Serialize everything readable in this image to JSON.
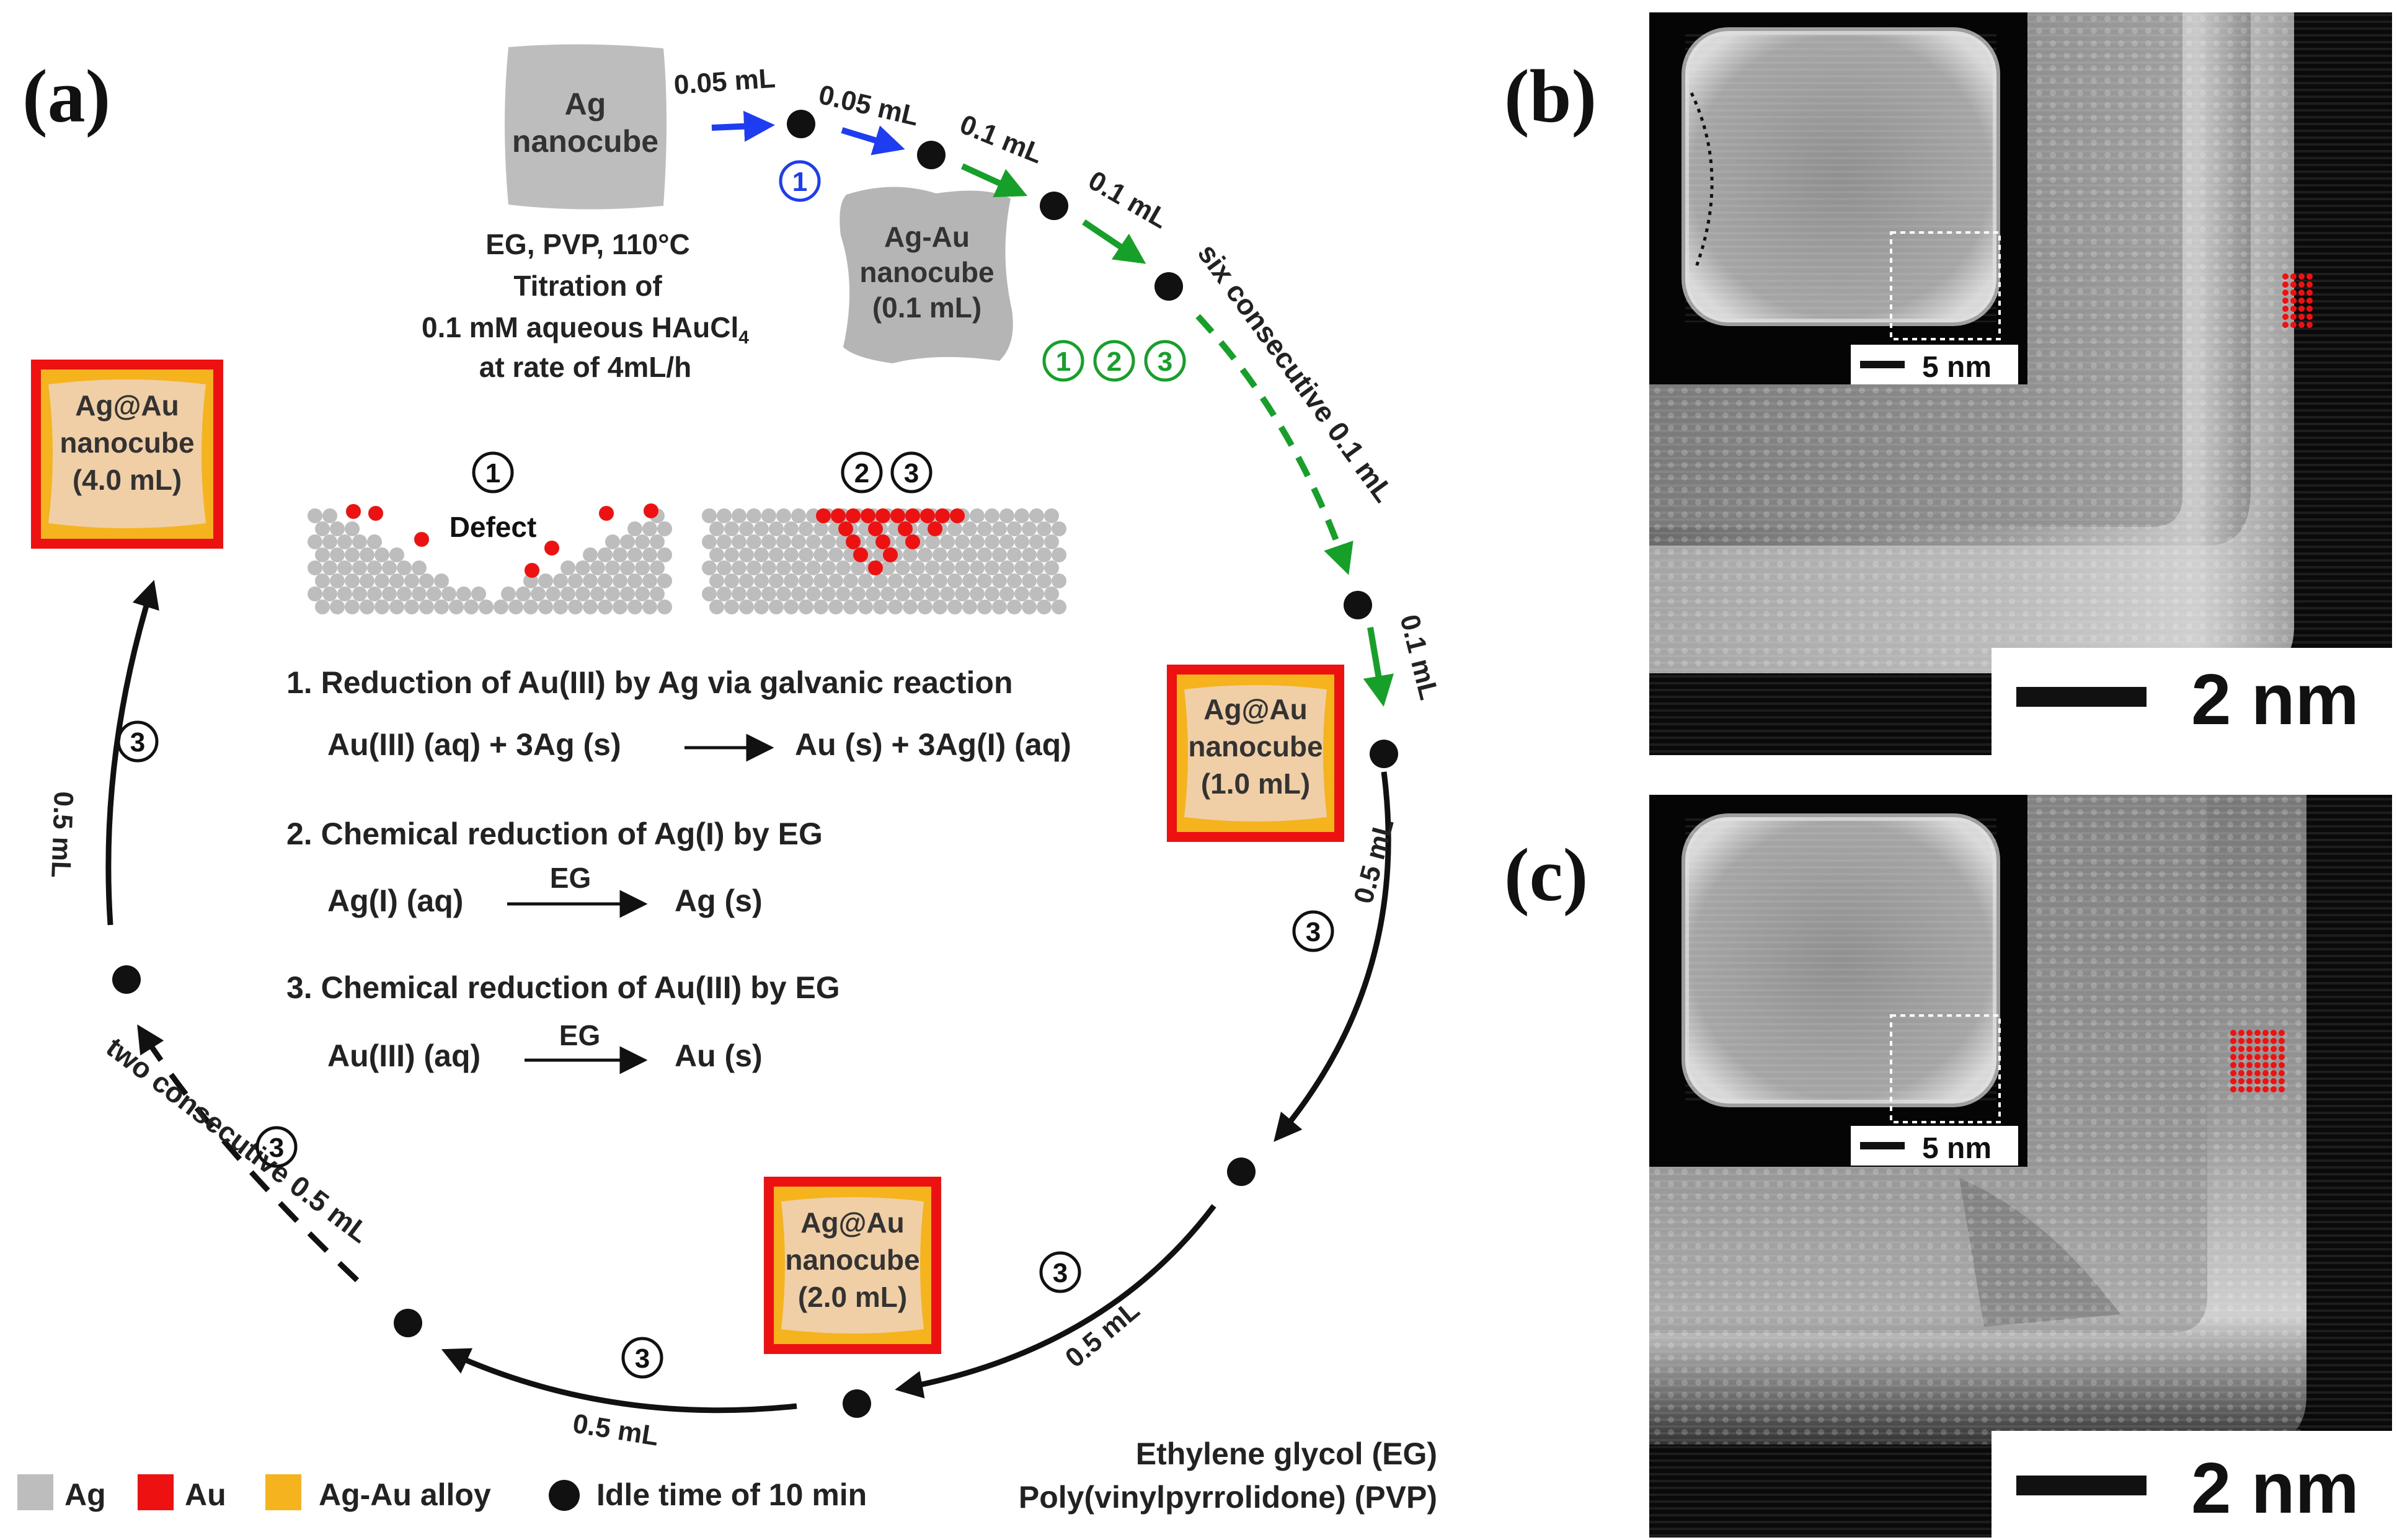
{
  "panels": {
    "a": "(a)",
    "b": "(b)",
    "c": "(c)"
  },
  "ag_nanocube": "Ag\nnanocube",
  "agau_nanocube": "Ag-Au\nnanocube\n(0.1 mL)",
  "conditions": {
    "line1": "EG, PVP, 110°C",
    "line2": "Titration of",
    "line3_main": "0.1 mM aqueous HAuCl",
    "line3_sub": "4",
    "line4": "at rate of 4mL/h"
  },
  "box_1mL": "Ag@Au\nnanocube\n(1.0 mL)",
  "box_2mL": "Ag@Au\nnanocube\n(2.0 mL)",
  "box_4mL": "Ag@Au\nnanocube\n(4.0 mL)",
  "volume_labels": {
    "v005a": "0.05 mL",
    "v005b": "0.05 mL",
    "v01a": "0.1 mL",
    "v01b": "0.1 mL",
    "six": "six consecutive 0.1 mL",
    "v01c": "0.1 mL",
    "v05_right": "0.5 mL",
    "v05_bottomright": "0.5 mL",
    "v05_bottom": "0.5 mL",
    "two": "two consecutive 0.5 mL",
    "v05_left": "0.5 mL"
  },
  "circled": {
    "one": "1",
    "two": "2",
    "three": "3"
  },
  "defect_label": "Defect",
  "reactions": {
    "r1_title": "1. Reduction of Au(III) by Ag via galvanic reaction",
    "r1_left": "Au(III) (aq) + 3Ag (s)",
    "r1_right": "Au (s) + 3Ag(I) (aq)",
    "r2_title": "2. Chemical reduction of Ag(I) by EG",
    "r2_left": "Ag(I) (aq)",
    "r2_over": "EG",
    "r2_right": "Ag (s)",
    "r3_title": "3. Chemical reduction of Au(III) by EG",
    "r3_left": "Au(III) (aq)",
    "r3_over": "EG",
    "r3_right": "Au (s)"
  },
  "legend": {
    "ag": "Ag",
    "au": "Au",
    "alloy": "Ag-Au alloy",
    "idle": "Idle time of 10 min",
    "eg": "Ethylene glycol (EG)",
    "pvp": "Poly(vinylpyrrolidone) (PVP)"
  },
  "scale": {
    "inset": "5 nm",
    "main": "2 nm"
  },
  "colors": {
    "ag": "#bdbdbd",
    "au": "#ee1111",
    "alloy": "#f5b41e",
    "core_fill": "#f2c896",
    "blue": "#1e3cf0",
    "green": "#16a02a",
    "black": "#111111"
  }
}
